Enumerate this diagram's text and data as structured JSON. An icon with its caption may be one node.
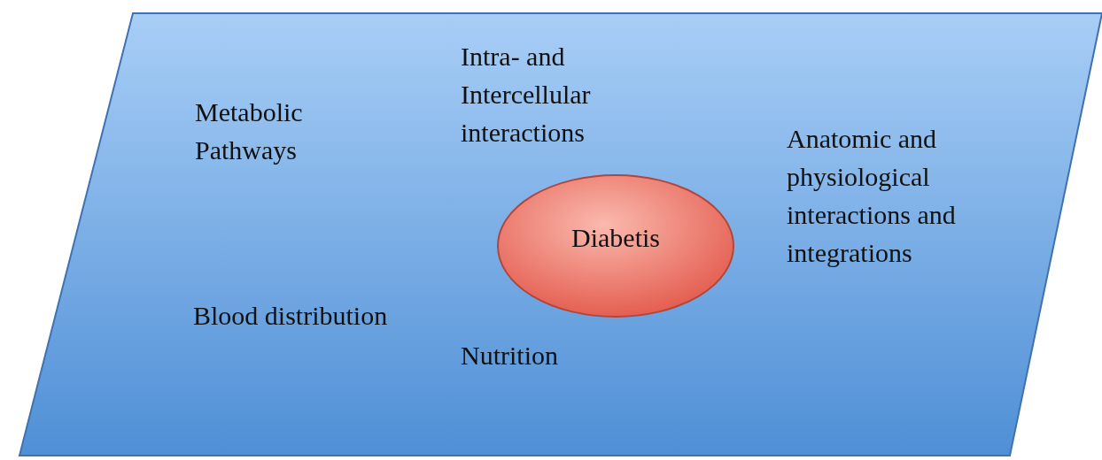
{
  "diagram": {
    "nodes": [
      {
        "text": [
          "Diabetis"
        ]
      }
    ],
    "edges": [],
    "labels": [
      "Intra- and Intercellular interactions",
      "Metabolic Pathways",
      "Anatomic and physiological interactions and integrations",
      "Blood distribution",
      "Nutrition"
    ]
  }
}
